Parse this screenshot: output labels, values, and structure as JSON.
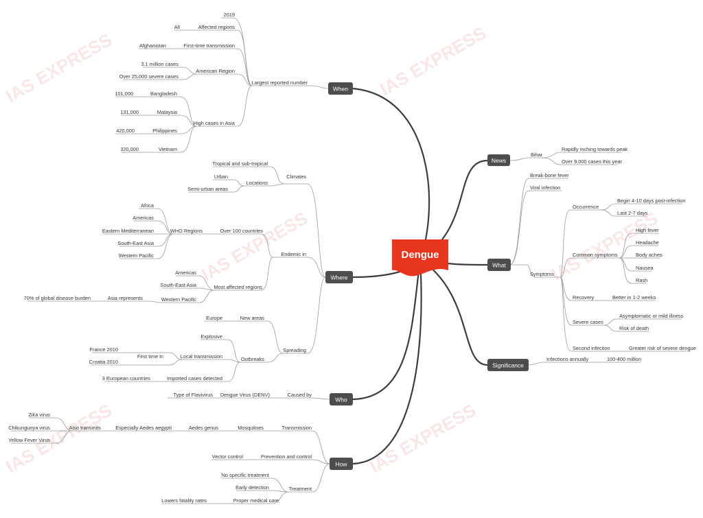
{
  "center": "Dengue",
  "watermark": "IAS EXPRESS",
  "colors": {
    "center_fill": "#e8351e",
    "category_fill": "#4d4d4d",
    "trunk": "#3c3c3c",
    "branch": "#9a9a9a",
    "watermark": "#f2c8c8"
  },
  "categories": {
    "news": "News",
    "what": "What",
    "significance": "Significance",
    "when": "When",
    "where": "Where",
    "who": "Who",
    "how": "How"
  },
  "news": {
    "bihar": "Bihar",
    "peak": "Rapidly inching towards peak",
    "cases": "Over 9,000 cases this year"
  },
  "what": {
    "breakbone": "Break-bone fever",
    "viral": "Viral infection",
    "symptoms": "Symptoms",
    "occurrence": "Occurrence",
    "occ_begin": "Begin 4-10 days post-infection",
    "occ_last": "Last 2-7 days",
    "common": "Common symptoms",
    "common_items": [
      "High fever",
      "Headache",
      "Body aches",
      "Nausea",
      "Rash"
    ],
    "recovery": "Recovery",
    "recovery_text": "Better in 1-2 weeks",
    "severe": "Severe cases",
    "severe_items": [
      "Asymptomatic or mild illness",
      "Risk of death"
    ],
    "second": "Second infection",
    "second_text": "Greater risk of severe dengue"
  },
  "significance": {
    "annual": "Infections annually",
    "annual_value": "100-400 million"
  },
  "when": {
    "largest": "Largest reported number",
    "year": "2019",
    "affected": "Affected regions",
    "affected_value": "All",
    "first": "First-time transmission",
    "first_value": "Afghanistan",
    "american": "American Region",
    "american_items": [
      "3.1 million cases",
      "Over 25,000 severe cases"
    ],
    "asia": "High cases in Asia",
    "asia_countries": [
      {
        "country": "Bangladesh",
        "value": "101,000"
      },
      {
        "country": "Malaysia",
        "value": "131,000"
      },
      {
        "country": "Philippines",
        "value": "420,000"
      },
      {
        "country": "Vietnam",
        "value": "320,000"
      }
    ]
  },
  "where": {
    "climates": "Climates",
    "tropical": "Tropical and sub-tropical",
    "locations": "Locations",
    "location_items": [
      "Urban",
      "Semi-urban areas"
    ],
    "endemic": "Endemic in",
    "over100": "Over 100 countries",
    "who_regions": "WHO Regions",
    "who_items": [
      "Africa",
      "Americas",
      "Eastern Mediterranean",
      "South-East Asia",
      "Western Pacific"
    ],
    "most_affected": "Most affected regions",
    "most_items": [
      "Americas",
      "South-East Asia",
      "Western Pacific"
    ],
    "asia_rep": "Asia represents",
    "asia_rep_value": "70% of global disease burden",
    "spreading": "Spreading",
    "new_areas": "New areas",
    "europe": "Europe",
    "outbreaks": "Outbreaks",
    "explosive": "Explosive",
    "local": "Local transmission",
    "first_time": "First time in",
    "first_items": [
      "France 2010",
      "Croatia 2010"
    ],
    "imported": "Imported cases detected",
    "imported_value": "3 European countries"
  },
  "who": {
    "caused": "Caused by",
    "denv": "Dengue Virus (DENV)",
    "flavi": "Type of Flavivirus"
  },
  "how": {
    "transmission": "Transmission",
    "mosquitoes": "Mosquitoes",
    "aedes": "Aedes genus",
    "aegypti": "Especially Aedes aegypti",
    "also": "Also transmits",
    "also_items": [
      "Zika virus",
      "Chikungunya virus",
      "Yellow Fever Virus"
    ],
    "prevention": "Prevention and control",
    "vector": "Vector control",
    "treatment": "Treatment",
    "no_specific": "No specific treatment",
    "early": "Early detection",
    "proper": "Proper medical care",
    "lowers": "Lowers fatality rates"
  }
}
